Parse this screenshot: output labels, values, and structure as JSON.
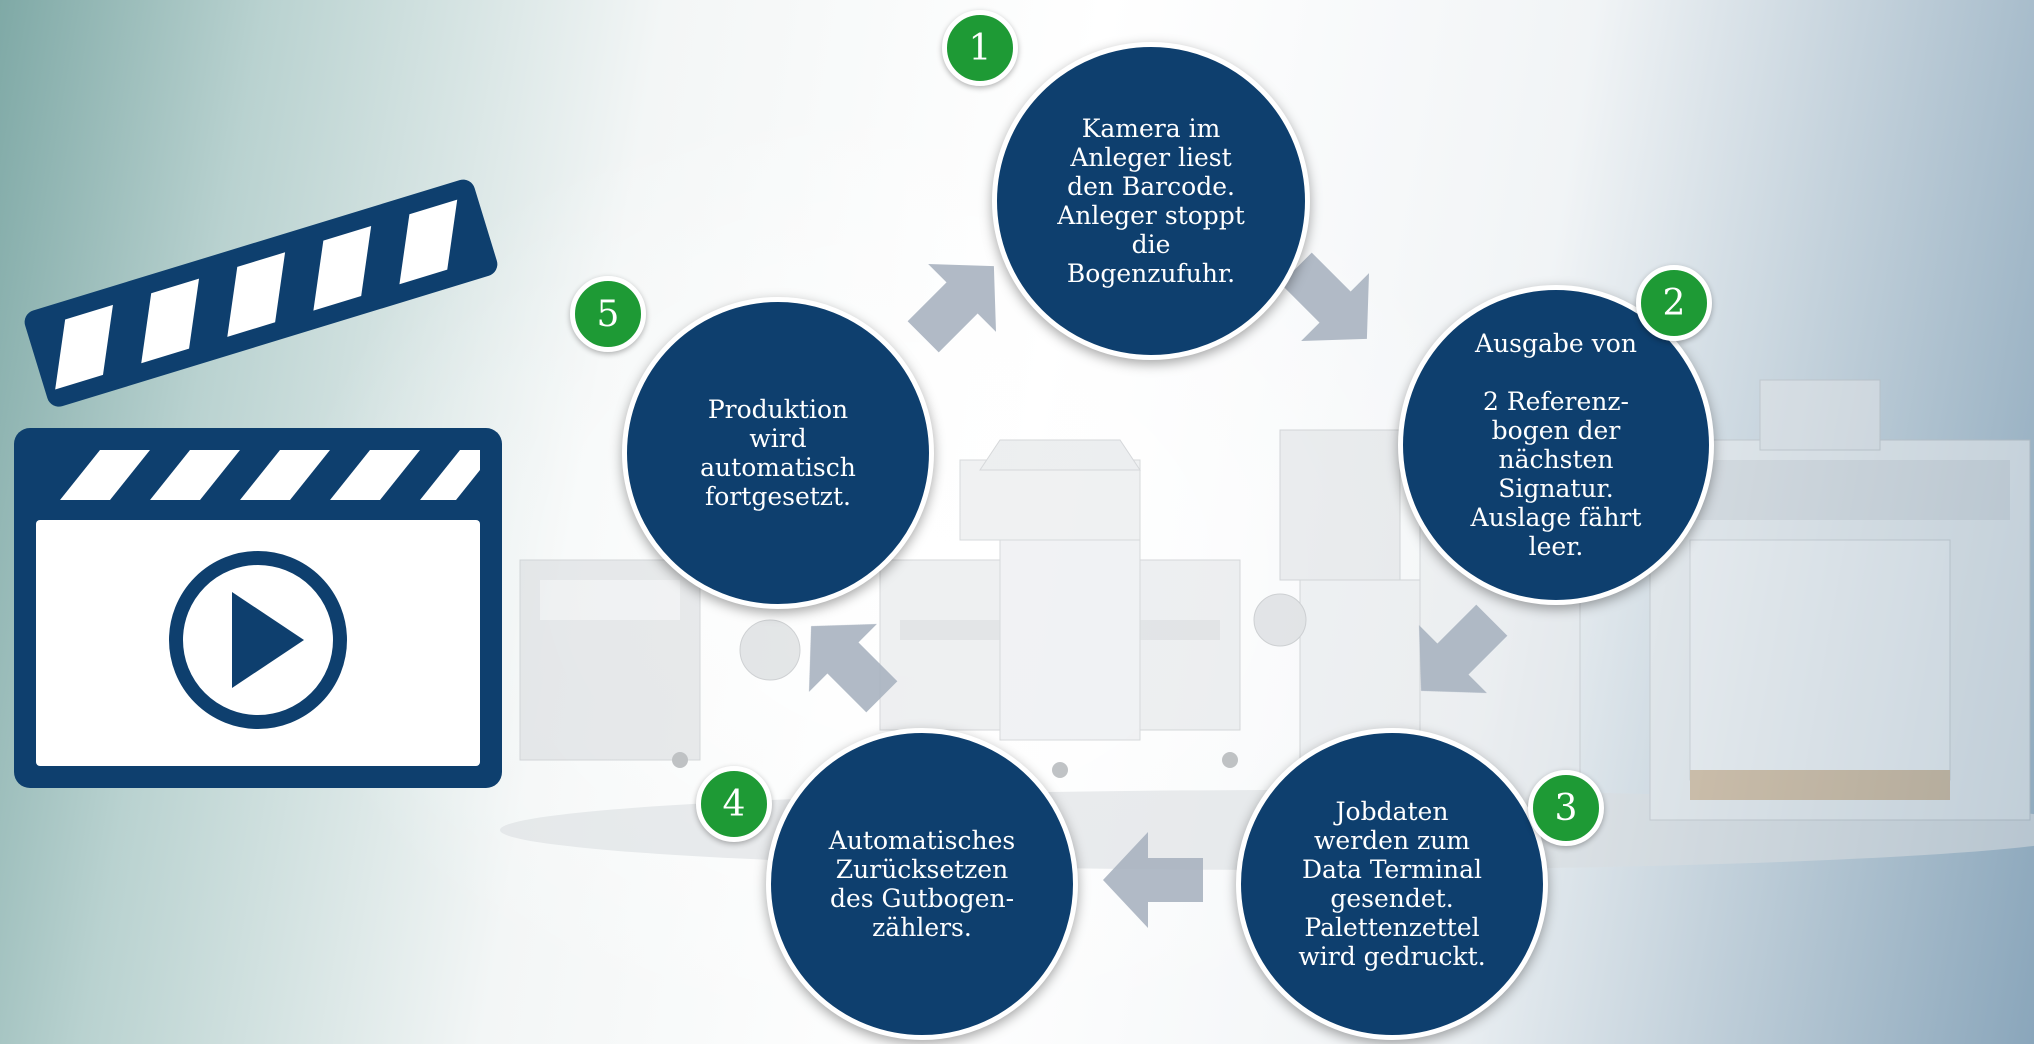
{
  "colors": {
    "circle_fill": "#0e3f6e",
    "badge_fill": "#1e9a35",
    "arrow_fill": "#a9b3c0",
    "clapper_blue": "#0e3f6e"
  },
  "icons": {
    "clapper": "video-clapperboard-play-icon",
    "arrow": "process-arrow-icon"
  },
  "steps": [
    {
      "number": "1",
      "text": "Kamera im\nAnleger liest\nden Barcode.\nAnleger stoppt\ndie\nBogenzufuhr."
    },
    {
      "number": "2",
      "text": "Ausgabe von\n\n2 Referenz-\nbogen der\nnächsten\nSignatur.\nAuslage fährt\nleer."
    },
    {
      "number": "3",
      "text": "Jobdaten\nwerden zum\nData Terminal\ngesendet.\nPalettenzettel\nwird gedruckt."
    },
    {
      "number": "4",
      "text": "Automatisches\nZurücksetzen\ndes Gutbogen-\nzählers."
    },
    {
      "number": "5",
      "text": "Produktion\nwird\nautomatisch\nfortgesetzt."
    }
  ]
}
